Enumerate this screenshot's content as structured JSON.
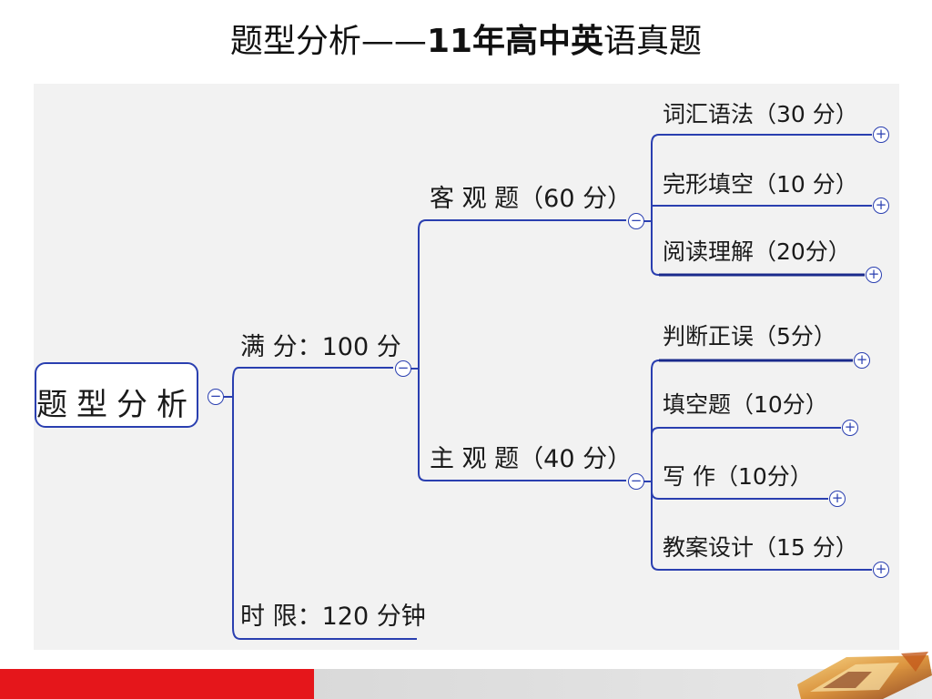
{
  "title": {
    "part1": "题型分析——",
    "part2": "11年高中英",
    "part3": "语真题"
  },
  "mindmap": {
    "root": "题型分析",
    "full_score": "满 分：100 分",
    "time_limit": "时 限：120 分钟",
    "objective": {
      "label": "客 观 题（60 分）",
      "items": [
        "词汇语法（30 分）",
        "完形填空（10 分）",
        "阅读理解（20分）"
      ]
    },
    "subjective": {
      "label": "主 观 题（40 分）",
      "items": [
        "判断正误（5分）",
        "填空题（10分）",
        "写 作（10分）",
        "教案设计（15 分）"
      ]
    }
  },
  "toggles": {
    "collapse": "−",
    "expand": "+"
  },
  "colors": {
    "line": "#2a3fb0",
    "footer_red": "#e5161b",
    "footer_grey": "#dcdcdc",
    "panel": "#f2f2f2"
  },
  "icons": [
    "collapse-node-icon",
    "expand-node-icon",
    "slide-footer-logo"
  ]
}
